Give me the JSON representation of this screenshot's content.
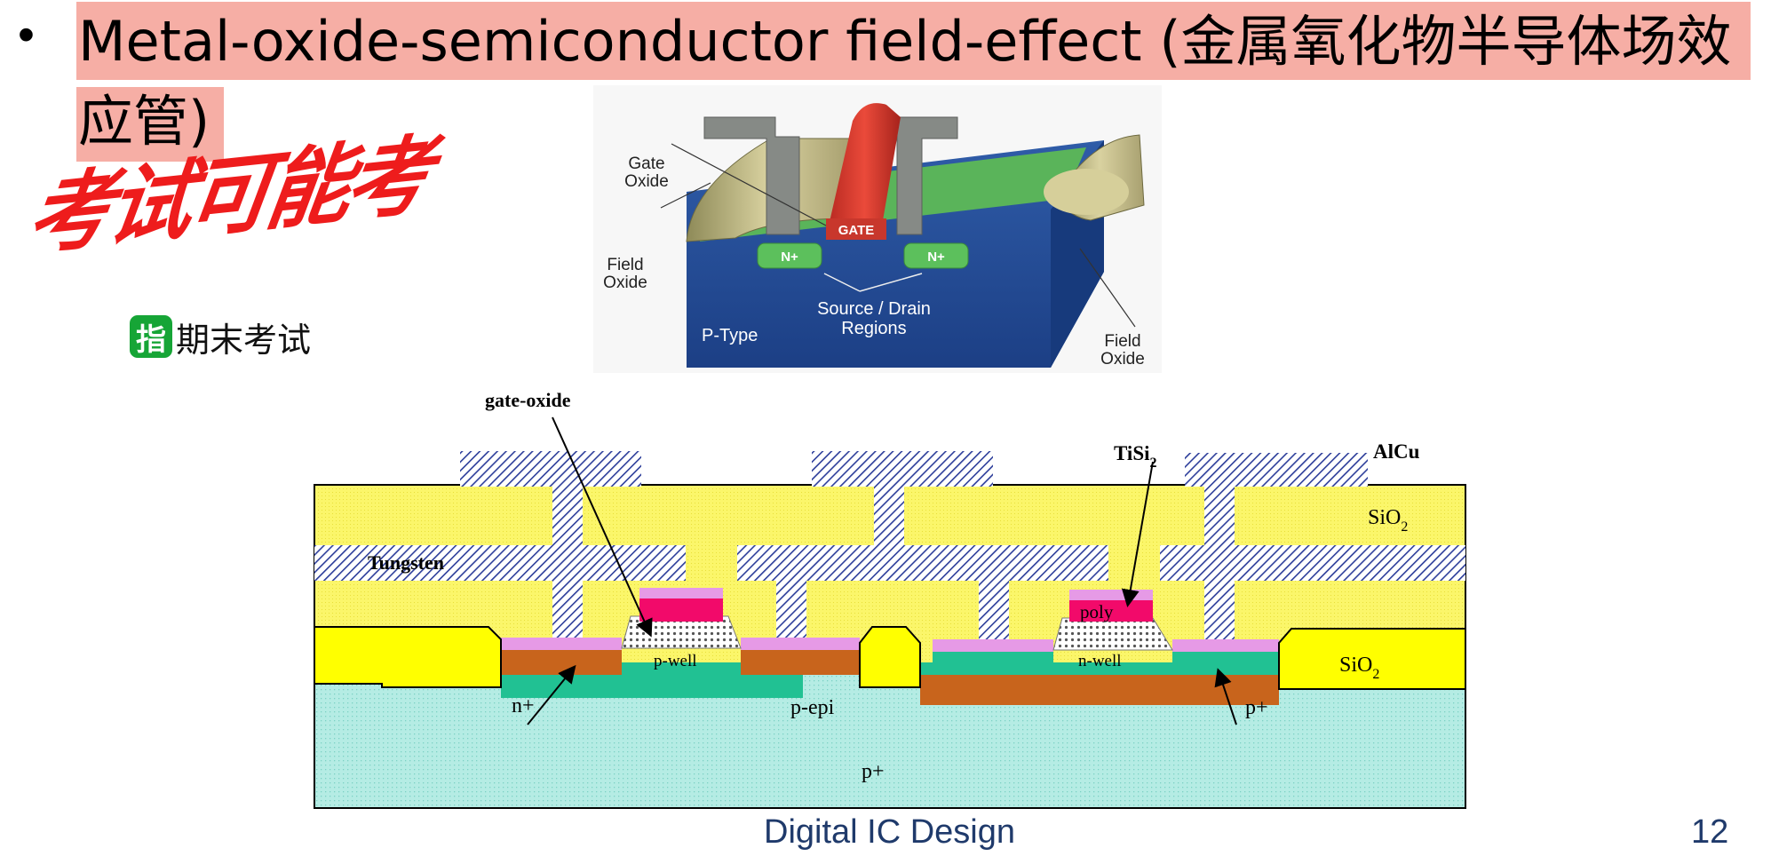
{
  "title": {
    "bullet": "•",
    "line1": "Metal-oxide-semiconductor field-effect (金属氧化物半导体场效",
    "line2": "应管)"
  },
  "handwritten_note": "考试可能考",
  "tag": {
    "icon_text": "指",
    "label": "期末考试"
  },
  "mosfet_3d": {
    "gate_oxide": [
      "Gate",
      "Oxide"
    ],
    "field_oxide_left": [
      "Field",
      "Oxide"
    ],
    "field_oxide_right": [
      "Field",
      "Oxide"
    ],
    "gate": "GATE",
    "n_plus_left": "N+",
    "n_plus_right": "N+",
    "source_drain": [
      "Source / Drain",
      "Regions"
    ],
    "p_type": "P-Type"
  },
  "cmos_cross_section": {
    "gate_oxide": "gate-oxide",
    "tisi": "TiSi",
    "tisi_sub": "2",
    "alcu": "AlCu",
    "sio2_upper": "SiO",
    "sio2_upper_sub": "2",
    "tungsten": "Tungsten",
    "poly": "poly",
    "p_well": "p-well",
    "n_well": "n-well",
    "sio2_right": "SiO",
    "sio2_right_sub": "2",
    "n_plus": "n+",
    "p_epi": "p-epi",
    "p_plus_right": "p+",
    "p_plus_bottom": "p+"
  },
  "footer": {
    "title": "Digital IC Design",
    "page_number": "12"
  },
  "colors": {
    "title_highlight": "#f6aea5",
    "handwriting": "#ee1c1c",
    "tag_green": "#16a536",
    "footer_text": "#1f3a6b"
  }
}
